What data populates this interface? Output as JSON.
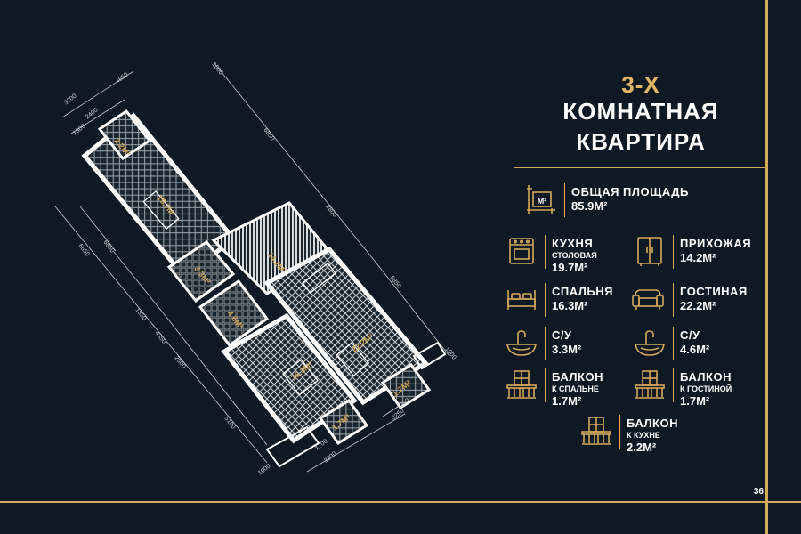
{
  "heading": {
    "line1": "3-Х",
    "line2": "КОМНАТНАЯ",
    "line3": "КВАРТИРА"
  },
  "total": {
    "icon": "area-m2-icon",
    "unit_label": "M²",
    "label": "ОБЩАЯ ПЛОЩАДЬ",
    "value": "85.9M²"
  },
  "rooms": [
    {
      "id": "kitchen",
      "icon": "stove-icon",
      "label": "КУХНЯ",
      "sub": "СТОЛОВАЯ",
      "value": "19.7M²"
    },
    {
      "id": "hallway",
      "icon": "wardrobe-icon",
      "label": "ПРИХОЖАЯ",
      "sub": "",
      "value": "14.2M²"
    },
    {
      "id": "bedroom",
      "icon": "bed-icon",
      "label": "СПАЛЬНЯ",
      "sub": "",
      "value": "16.3M²"
    },
    {
      "id": "living",
      "icon": "sofa-icon",
      "label": "ГОСТИНАЯ",
      "sub": "",
      "value": "22.2M²"
    },
    {
      "id": "bath1",
      "icon": "sink-icon",
      "label": "С/У",
      "sub": "",
      "value": "3.3M²"
    },
    {
      "id": "bath2",
      "icon": "sink-icon",
      "label": "С/У",
      "sub": "",
      "value": "4.6M²"
    },
    {
      "id": "balcony_bedroom",
      "icon": "balcony-icon",
      "label": "БАЛКОН",
      "sub": "К СПАЛЬНЕ",
      "value": "1.7M²"
    },
    {
      "id": "balcony_living",
      "icon": "balcony-icon",
      "label": "БАЛКОН",
      "sub": "К ГОСТИНОЙ",
      "value": "1.7M²"
    },
    {
      "id": "balcony_kitchen",
      "icon": "balcony-icon",
      "label": "БАЛКОН",
      "sub": "К КУХНЕ",
      "value": "2.2M²"
    }
  ],
  "plan": {
    "room_labels": {
      "kitchen": "19.7M²",
      "hallway": "14.2M²",
      "bath1": "3.3M²",
      "bath2": "4.6M²",
      "bedroom": "16.3M²",
      "living": "22.2M²",
      "balcony_kitchen": "2.2M²",
      "balcony_bedroom": "1.7M²",
      "balcony_living": "1.7M²"
    },
    "dimensions": {
      "top_1000": "1000",
      "top_4650": "4650",
      "top_3200": "3200",
      "top_2400": "2400",
      "top_1800": "1800",
      "right_6850": "6850",
      "right_2800": "2800",
      "right_6850b": "6850",
      "right_1000": "1000",
      "left_6650": "6650",
      "left_6850": "6850",
      "left_1850": "1850",
      "left_4350": "4350",
      "left_2600": "2600",
      "left_5100": "5100",
      "bottom_1000": "1000",
      "bottom_3200": "3200",
      "bottom_1700": "1700",
      "bottom_3250": "3250",
      "bottom_1700b": "1700"
    }
  },
  "page_number": "36",
  "colors": {
    "background": "#0e1923",
    "gold": "#d4a95a",
    "heading_gold": "#e2b664",
    "text": "#ffffff"
  }
}
